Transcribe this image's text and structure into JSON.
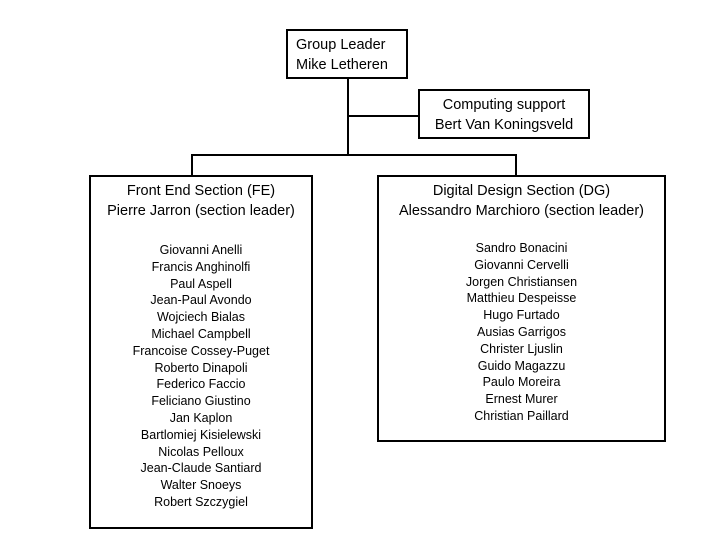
{
  "group_leader": {
    "title": "Group Leader",
    "name": "Mike Letheren"
  },
  "computing_support": {
    "title": "Computing support",
    "name": "Bert Van Koningsveld"
  },
  "front_end": {
    "title": "Front End Section (FE)",
    "leader": "Pierre Jarron (section leader)",
    "members": [
      "Giovanni Anelli",
      "Francis Anghinolfi",
      "Paul Aspell",
      "Jean-Paul Avondo",
      "Wojciech Bialas",
      "Michael Campbell",
      "Francoise Cossey-Puget",
      "Roberto Dinapoli",
      "Federico Faccio",
      "Feliciano Giustino",
      "Jan Kaplon",
      "Bartlomiej Kisielewski",
      "Nicolas Pelloux",
      "Jean-Claude Santiard",
      "Walter Snoeys",
      "Robert Szczygiel"
    ]
  },
  "digital_design": {
    "title": "Digital Design Section (DG)",
    "leader": "Alessandro Marchioro (section leader)",
    "members": [
      "Sandro Bonacini",
      "Giovanni Cervelli",
      "Jorgen Christiansen",
      "Matthieu Despeisse",
      "Hugo Furtado",
      "Ausias Garrigos",
      "Christer Ljuslin",
      "Guido Magazzu",
      "Paulo Moreira",
      "Ernest Murer",
      "Christian Paillard"
    ]
  }
}
